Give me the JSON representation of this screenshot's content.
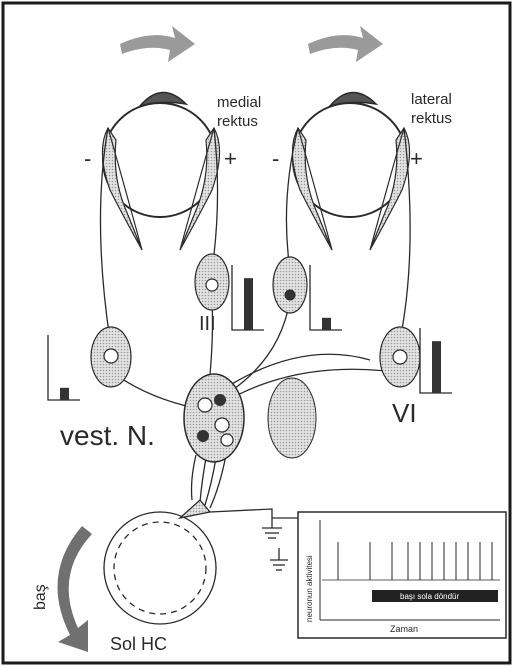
{
  "labels": {
    "left_eye_muscle": "medial",
    "left_eye_muscle_2": "rektus",
    "right_eye_muscle": "lateral",
    "right_eye_muscle_2": "rektus",
    "minus": "-",
    "plus": "+",
    "nucleus_III": "III",
    "nucleus_VI": "VI",
    "vestibular_nucleus": "vest. N.",
    "head": "baş",
    "canal": "Sol HC",
    "inset_y_label": "neuronun aktivitesi",
    "inset_rotation": "başı sola döndür",
    "inset_x_label": "Zaman"
  },
  "colors": {
    "ink": "#2a2a2a",
    "arrow_gray": "#9a9a9a",
    "fill_gray": "#cfcfcf",
    "dark_fill": "#333333",
    "head_arrow": "#707070"
  },
  "activity_bars": [
    {
      "nucleus": "left-abducens",
      "level": 0.2
    },
    {
      "nucleus": "oculomotor-III",
      "level": 0.85
    },
    {
      "nucleus": "right-abducens",
      "level": 0.2
    },
    {
      "nucleus": "abducens-VI",
      "level": 0.85
    }
  ]
}
